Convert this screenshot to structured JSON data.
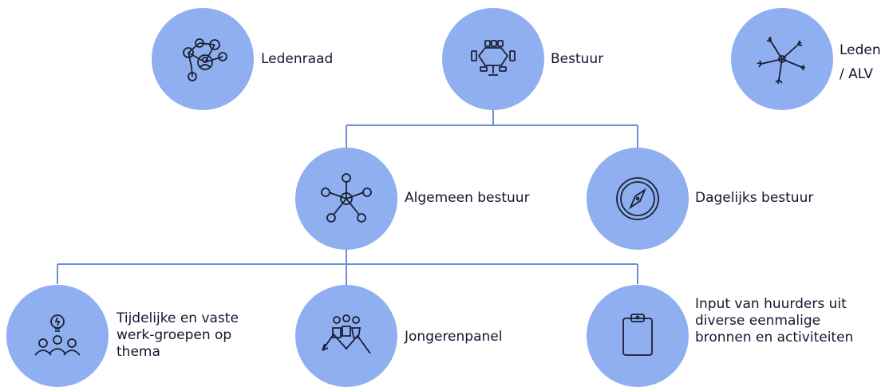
{
  "colors": {
    "node_fill": "#8faff0",
    "line": "#6f8fd4",
    "icon": "#1b2034",
    "text": "#12172f"
  },
  "nodes": {
    "ledenraad": {
      "label": "Ledenraad",
      "icon": "network-icon"
    },
    "bestuur": {
      "label": "Bestuur",
      "icon": "boardroom-table-icon"
    },
    "leden_alv": {
      "label": "Leden / ALV",
      "icon": "joined-hands-icon"
    },
    "algemeen_bestuur": {
      "label": "Algemeen bestuur",
      "icon": "hub-network-icon"
    },
    "dagelijks_bestuur": {
      "label": "Dagelijks bestuur",
      "icon": "compass-icon"
    },
    "werkgroepen": {
      "label": "Tijdelijke en vaste werk-groepen op thema",
      "icon": "team-idea-icon"
    },
    "jongerenpanel": {
      "label": "Jongerenpanel",
      "icon": "growth-team-icon"
    },
    "input_huurders": {
      "label": "Input van huurders uit diverse eenmalige bronnen en activiteiten",
      "icon": "clipboard-icon"
    }
  }
}
